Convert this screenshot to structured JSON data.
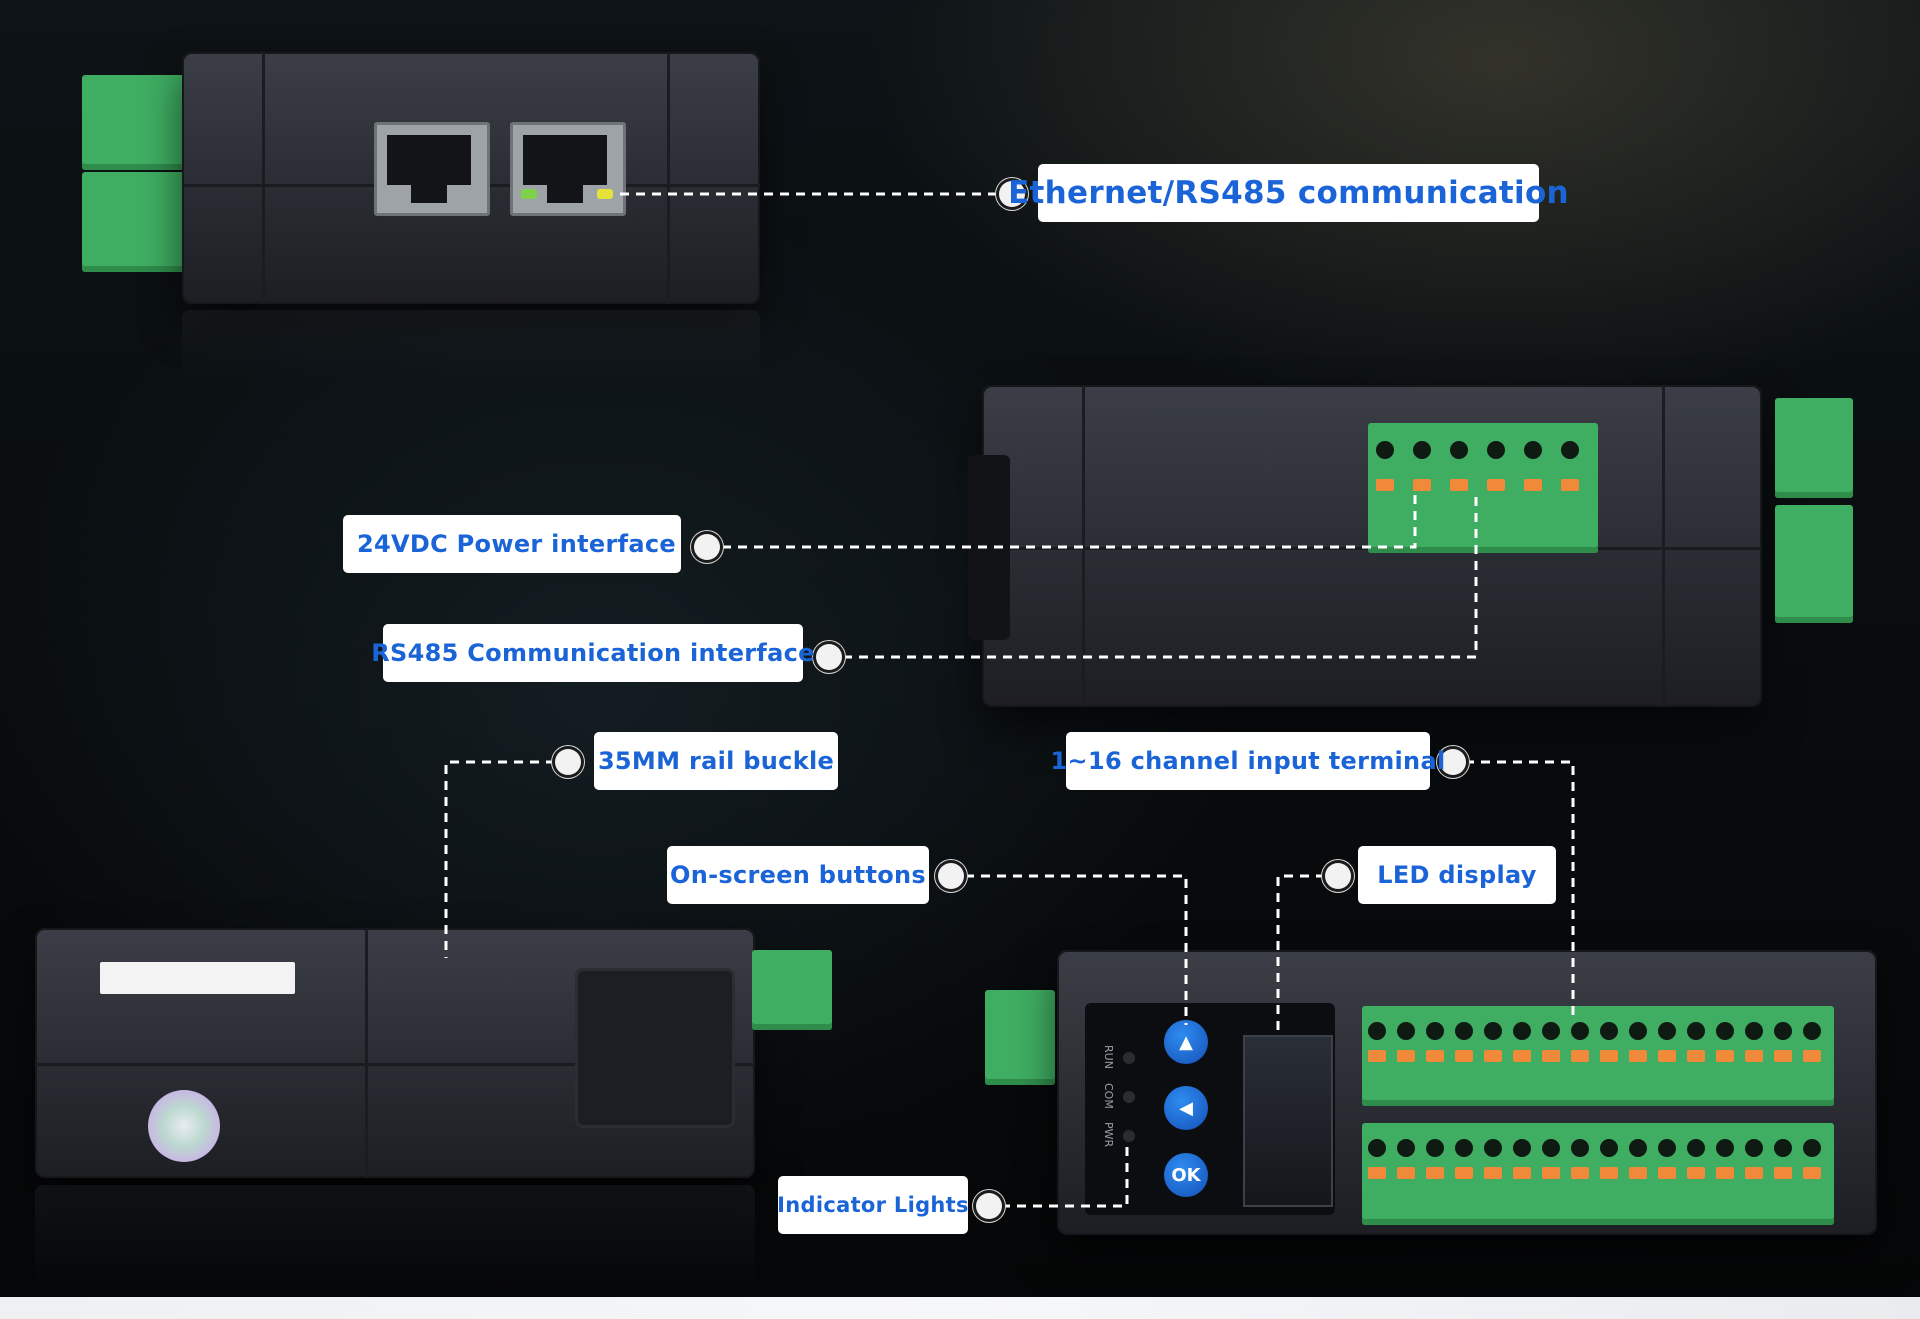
{
  "callouts": {
    "ethernet": "Ethernet/RS485 communication",
    "power": "24VDC Power interface",
    "rs485": "RS485 Communication interface",
    "rail": "35MM rail buckle",
    "input_terminal": "1~16 channel input terminal",
    "buttons": "On-screen buttons",
    "led_display": "LED display",
    "indicator": "Indicator Lights"
  },
  "device_front": {
    "indicators": [
      "RUN",
      "COM",
      "PWR"
    ],
    "ok_button": "OK"
  },
  "colors": {
    "callout_text": "#1a64d8",
    "callout_bg": "#ffffff",
    "terminal_green": "#3fae62",
    "terminal_orange": "#f08a3a",
    "button_blue": "#1f6fdc"
  }
}
